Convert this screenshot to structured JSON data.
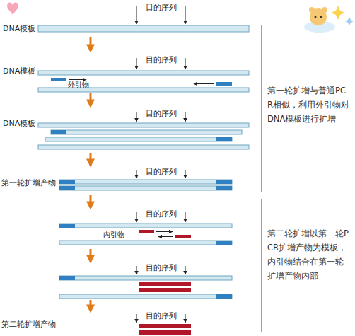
{
  "diagram": {
    "labels": [
      "目的序列",
      "DNA模板",
      "目的序列",
      "DNA模板",
      "外引物",
      "目的序列",
      "DNA模板",
      "目的序列",
      "第一轮扩增产物",
      "第一轮扩增与普通PCR相似，利用外引物对DNA模板进行扩增",
      "目的序列",
      "内引物",
      "目的序列",
      "目的序列",
      "第二轮扩增产物",
      "第二轮扩增以第一轮PCR扩增产物为模板，内引物结合在第一轮扩增产物内部"
    ]
  }
}
